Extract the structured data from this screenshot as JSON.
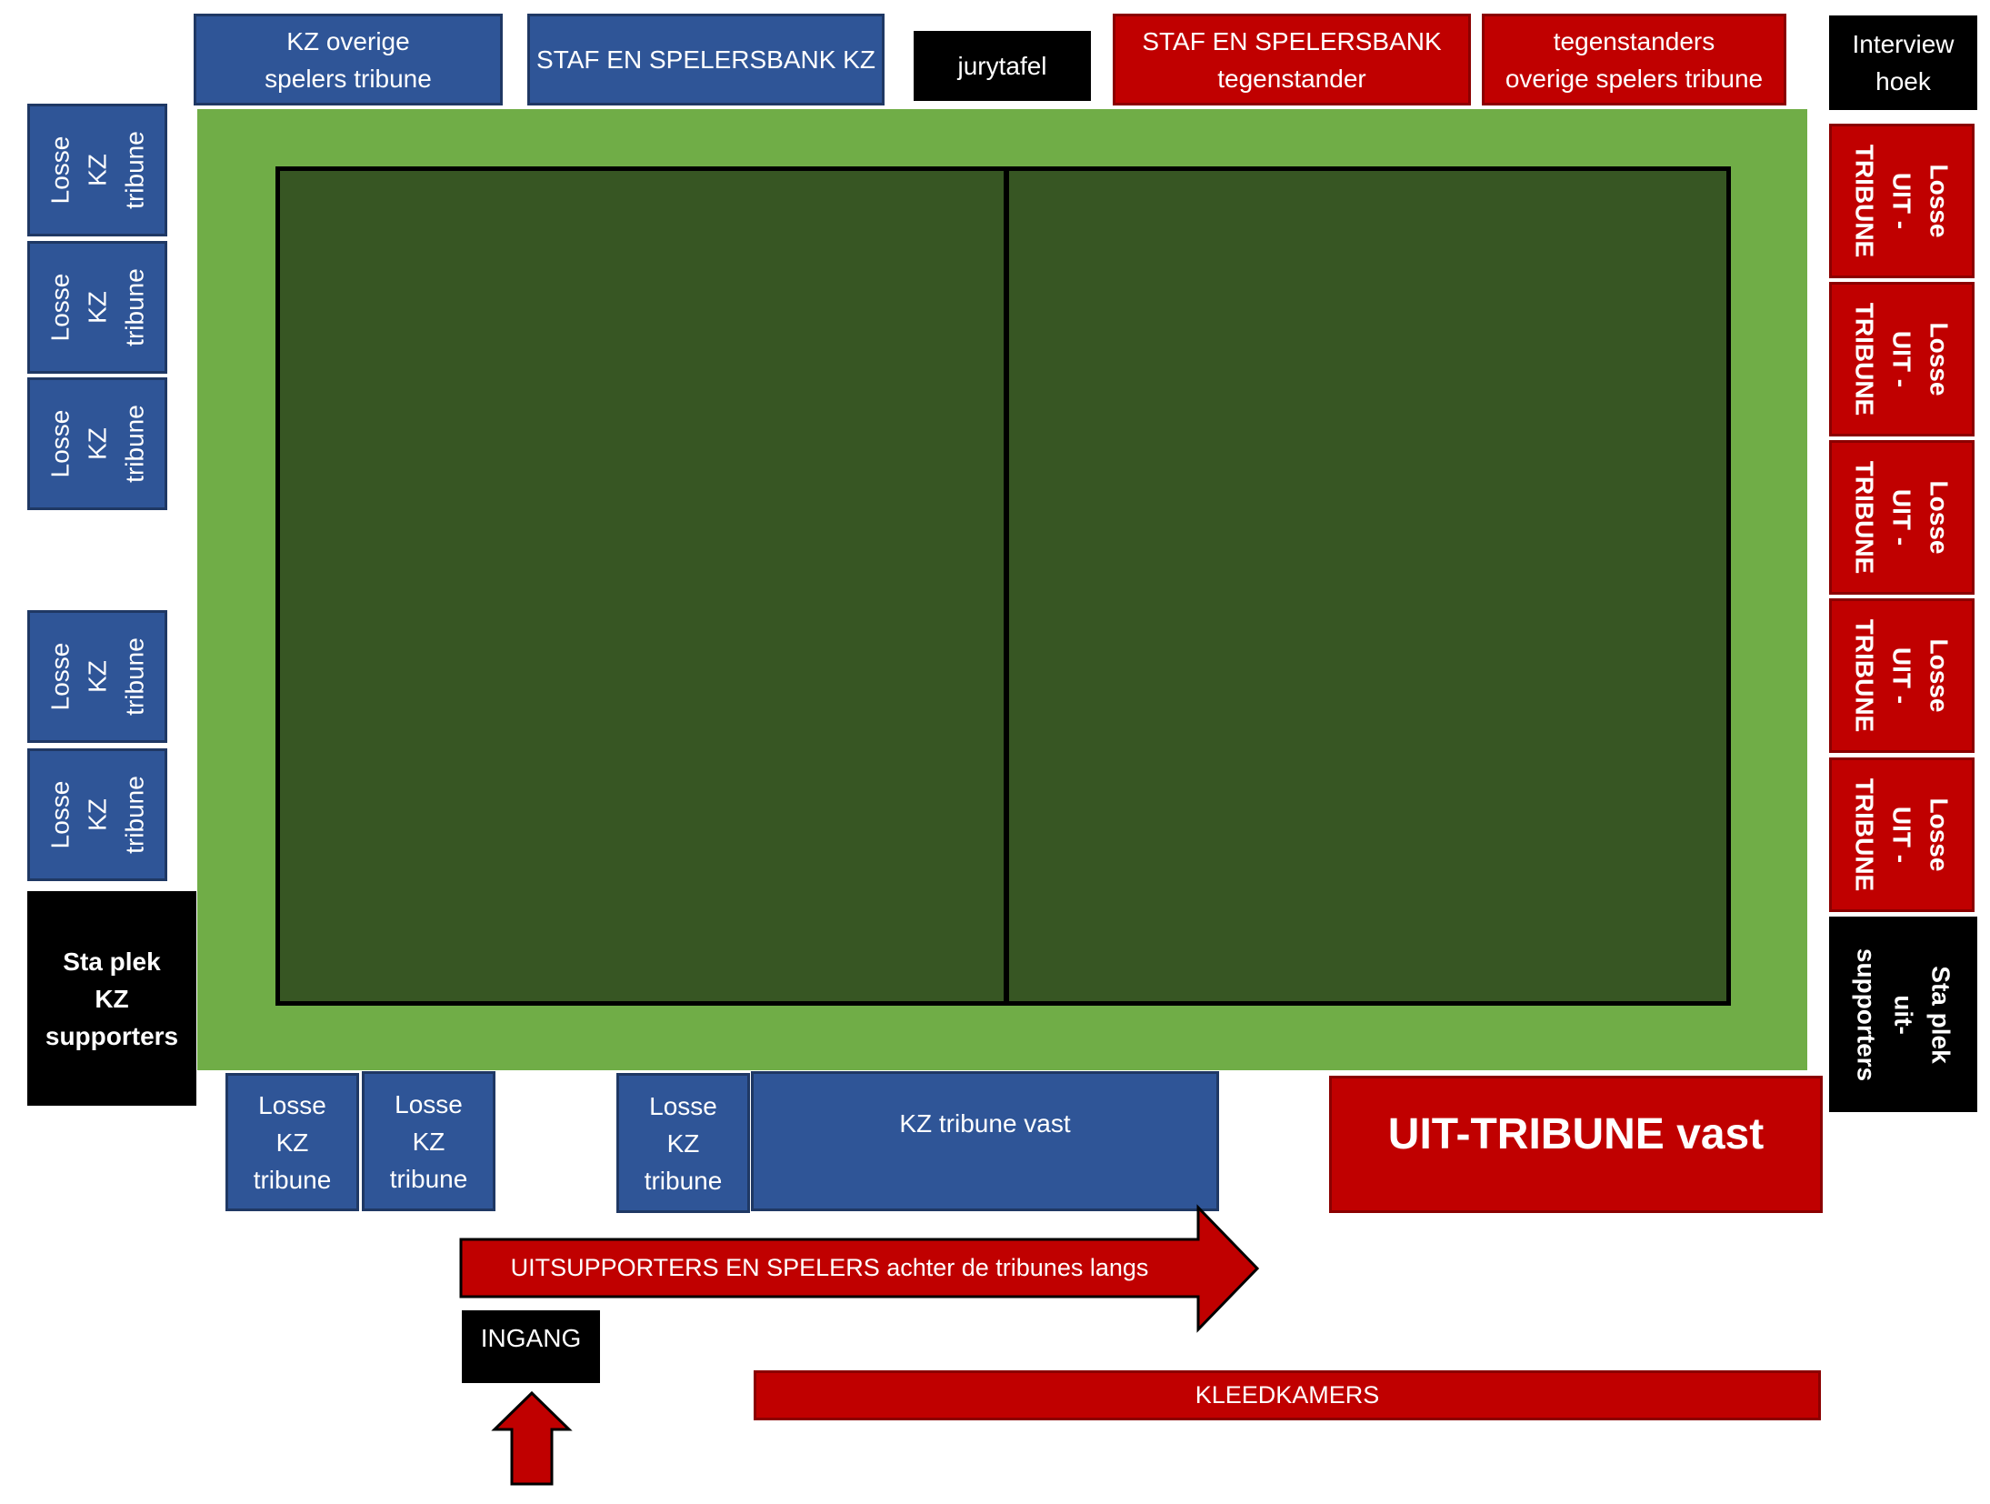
{
  "colors": {
    "home_blue": "#2f5597",
    "away_red": "#c00000",
    "black": "#000000",
    "field_green": "#70ad47",
    "court_green": "#375623"
  },
  "top": {
    "kz_other_players": "KZ overige\nspelers tribune",
    "staff_bench_kz": "STAF EN SPELERSBANK KZ",
    "jury_table": "jurytafel",
    "staff_bench_opponent": "STAF EN SPELERSBANK\ntegenstander",
    "opponent_other_players": "tegenstanders\noverige spelers tribune",
    "interview_corner": "Interview\nhoek"
  },
  "left": {
    "loose_kz_stand": "Losse\nKZ\ntribune",
    "kz_standing_area": "Sta plek\nKZ\nsupporters"
  },
  "right": {
    "loose_away_stand": "Losse\nUIT -\nTRIBUNE",
    "away_standing_area": "Sta plek  uit-\nsupporters"
  },
  "bottom": {
    "loose_kz_stand": "Losse\nKZ\ntribune",
    "kz_fixed_stand": "KZ tribune vast",
    "away_fixed_stand": "UIT-TRIBUNE  vast",
    "route_arrow": "UITSUPPORTERS EN SPELERS achter de tribunes langs",
    "entrance": "INGANG",
    "dressing_rooms": "KLEEDKAMERS"
  }
}
